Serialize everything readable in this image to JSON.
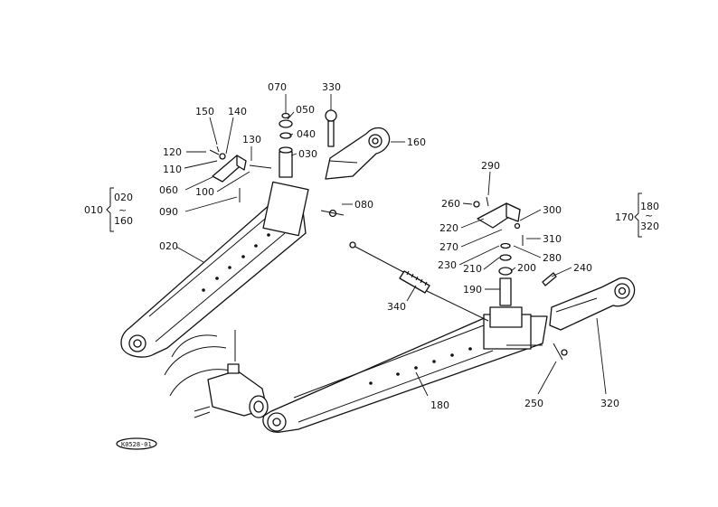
{
  "diagram_code": "K0528-01",
  "part_numbers": {
    "p010": "010",
    "p020": "020",
    "p030": "030",
    "p040": "040",
    "p050": "050",
    "p060": "060",
    "p070": "070",
    "p080": "080",
    "p090": "090",
    "p100": "100",
    "p110": "110",
    "p120": "120",
    "p130": "130",
    "p140": "140",
    "p150": "150",
    "p160": "160",
    "p170": "170",
    "p180": "180",
    "p190": "190",
    "p200": "200",
    "p210": "210",
    "p220": "220",
    "p230": "230",
    "p240": "240",
    "p250": "250",
    "p260": "260",
    "p270": "270",
    "p280": "280",
    "p290": "290",
    "p300": "300",
    "p310": "310",
    "p320": "320",
    "p330": "330",
    "p340": "340"
  },
  "assemblies": {
    "left": {
      "id": "010",
      "from": "020",
      "sep": "~",
      "to": "160"
    },
    "right": {
      "id": "170",
      "from": "180",
      "sep": "~",
      "to": "320"
    }
  }
}
